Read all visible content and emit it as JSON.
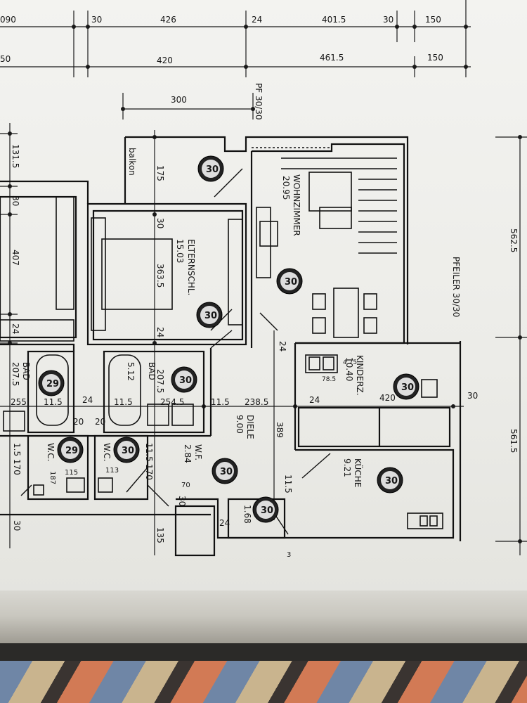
{
  "dimensions": {
    "top1": [
      "090",
      "30",
      "426",
      "24",
      "401.5",
      "30",
      "150"
    ],
    "top2": [
      "50",
      "420",
      "461.5",
      "150"
    ],
    "d300": "300",
    "pf": "PF 30/30",
    "left": [
      "131.5",
      "30",
      "407",
      "24"
    ],
    "right": [
      "562.5",
      "561.5"
    ],
    "pfeiler": "PFEILER 30/30",
    "v30a": "30",
    "v175": "175",
    "v3635": "363.5",
    "v24a": "24",
    "v24b": "24",
    "v2075": "207.5",
    "v255": "255",
    "v115a": "11.5",
    "v24c": "24",
    "v20a": "20",
    "v20b": "20",
    "v115b": "11.5",
    "v2545": "254.5",
    "v115c": "11.5",
    "v2385": "238.5",
    "v24d": "24",
    "v420": "420",
    "v30b": "30",
    "v389": "389",
    "v115d": "11.5",
    "v1115": "11.5",
    "v170a": "170",
    "v170b": "1.5 170",
    "v30c": "30",
    "v135": "135",
    "v24e": "24",
    "v475": "4.75",
    "v785": "78.5",
    "v113": "113",
    "v187": "187",
    "v70": "70",
    "v115e": "115",
    "v3": "3"
  },
  "rooms": {
    "balkon": "balkon",
    "wohn_name": "WOHNZIMMER",
    "wohn_area": "20.95",
    "eltern_name": "ELTERNSCHL.",
    "eltern_area": "15.03",
    "bad_left_name": "BAD",
    "bad_left_dim": "207.5",
    "bad_mid_name": "BAD",
    "bad_mid_area": "5.12",
    "wc_left_name": "W.C.",
    "wc_mid_name": "W.C.",
    "diele_name": "DIELE",
    "diele_area": "9.00",
    "wf_name": "W.F.",
    "wf_area": "2.84",
    "kinder_name": "KINDERZ.",
    "kinder_area": "10.40",
    "kueche_name": "KÜCHE",
    "kueche_area": "9.21",
    "ab_area": "1.68"
  },
  "stamps": {
    "s1": "30",
    "s2": "30",
    "s3": "30",
    "s4": "30",
    "s5": "29",
    "s6": "29",
    "s7": "30",
    "s8": "30",
    "s9": "30",
    "s10": "30",
    "s11": "30"
  }
}
